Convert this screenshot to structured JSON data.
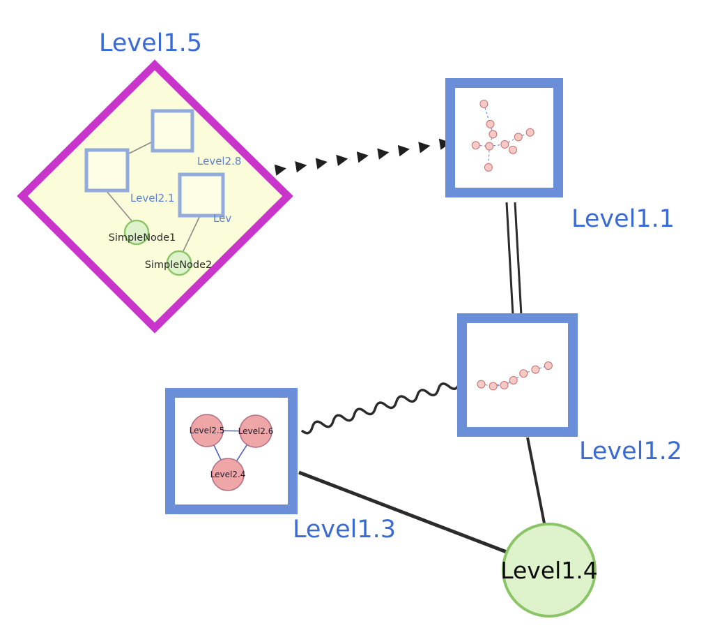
{
  "diagram": {
    "labels": {
      "level1_1": "Level1.1",
      "level1_2": "Level1.2",
      "level1_3": "Level1.3",
      "level1_4": "Level1.4",
      "level1_5": "Level1.5"
    },
    "diamond_children": {
      "level2_8": "Level2.8",
      "level2_1": "Level2.1",
      "level2_partial": "Lev",
      "simple_node_1": "SimpleNode1",
      "simple_node_2": "SimpleNode2"
    },
    "level1_3_children": {
      "level2_5": "Level2.5",
      "level2_6": "Level2.6",
      "level2_4": "Level2.4"
    },
    "colors": {
      "label_blue": "#3a6bd4",
      "inner_label_blue": "#5b7fd0",
      "diamond_stroke": "#c935cb",
      "diamond_fill": "#fbfdda",
      "node_border_blue": "#6b8ed9",
      "inner_square_stroke": "#93aadc",
      "green_fill": "#def3cc",
      "green_stroke": "#8cc468",
      "pink_fill": "#efa6a6",
      "pink_stroke": "#b06e86",
      "subgraph_edge": "#7b8fd6",
      "edge_black": "#2b2b2b"
    },
    "subgraphs": {
      "level1_1": {
        "nodes": [
          [
            0.28,
            0.12
          ],
          [
            0.35,
            0.34
          ],
          [
            0.38,
            0.45
          ],
          [
            0.19,
            0.57
          ],
          [
            0.34,
            0.58
          ],
          [
            0.51,
            0.56
          ],
          [
            0.66,
            0.48
          ],
          [
            0.79,
            0.43
          ],
          [
            0.6,
            0.62
          ],
          [
            0.33,
            0.81
          ]
        ],
        "edges": [
          [
            0,
            2
          ],
          [
            1,
            2
          ],
          [
            2,
            4
          ],
          [
            3,
            4
          ],
          [
            4,
            5
          ],
          [
            5,
            6
          ],
          [
            6,
            7
          ],
          [
            4,
            9
          ]
        ]
      },
      "level1_2": {
        "nodes": [
          [
            0.11,
            0.59
          ],
          [
            0.24,
            0.61
          ],
          [
            0.36,
            0.6
          ],
          [
            0.46,
            0.55
          ],
          [
            0.57,
            0.48
          ],
          [
            0.7,
            0.44
          ],
          [
            0.84,
            0.4
          ]
        ],
        "edges": [
          [
            0,
            1
          ],
          [
            1,
            2
          ],
          [
            2,
            3
          ],
          [
            3,
            4
          ],
          [
            4,
            5
          ],
          [
            5,
            6
          ],
          [
            1,
            3
          ]
        ]
      }
    }
  }
}
